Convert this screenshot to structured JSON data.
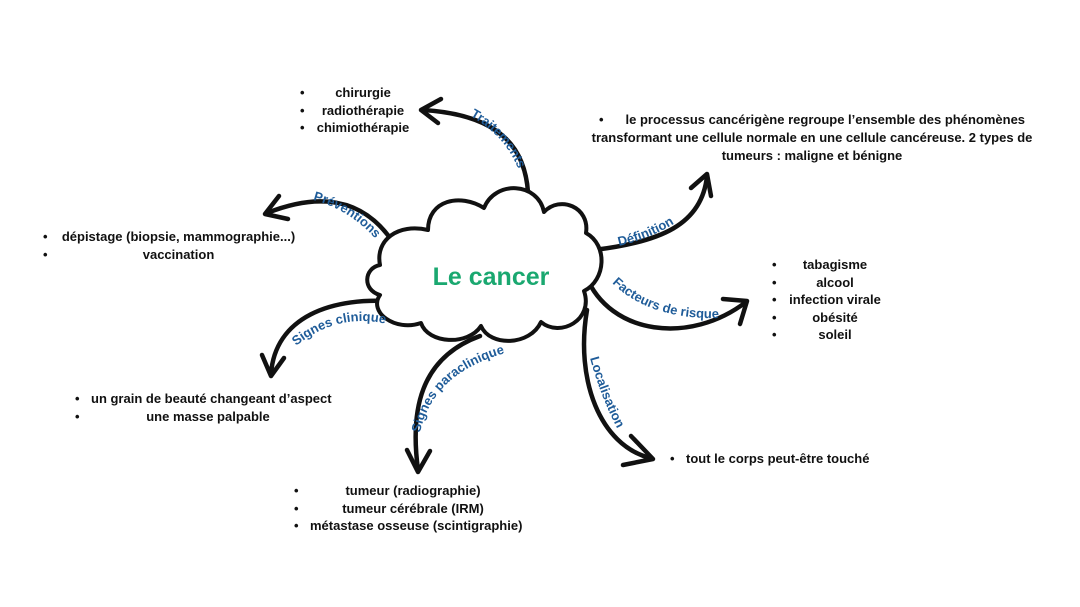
{
  "center": {
    "title": "Le cancer"
  },
  "branches": {
    "traitements": {
      "label": "Traitements",
      "items": [
        "chirurgie",
        "radiothérapie",
        "chimiothérapie"
      ]
    },
    "definition": {
      "label": "Définition",
      "text": "le processus cancérigène regroupe l’ensemble des phénomènes transformant une cellule normale en une cellule cancéreuse. 2 types de tumeurs : maligne et bénigne"
    },
    "preventions": {
      "label": "Préventions",
      "items": [
        "dépistage (biopsie, mammographie...)",
        "vaccination"
      ]
    },
    "facteurs": {
      "label": "Facteurs de risques",
      "items": [
        "tabagisme",
        "alcool",
        "infection virale",
        "obésité",
        "soleil"
      ]
    },
    "signes_cliniques": {
      "label": "Signes cliniques",
      "items": [
        "un grain de beauté changeant d’aspect",
        "une masse palpable"
      ]
    },
    "signes_paracliniques": {
      "label": "Signes paracliniques",
      "items": [
        "tumeur (radiographie)",
        "tumeur cérébrale (IRM)",
        "métastase osseuse (scintigraphie)"
      ]
    },
    "localisation": {
      "label": "Localisation",
      "items": [
        "tout le corps peut-être touché"
      ]
    }
  }
}
